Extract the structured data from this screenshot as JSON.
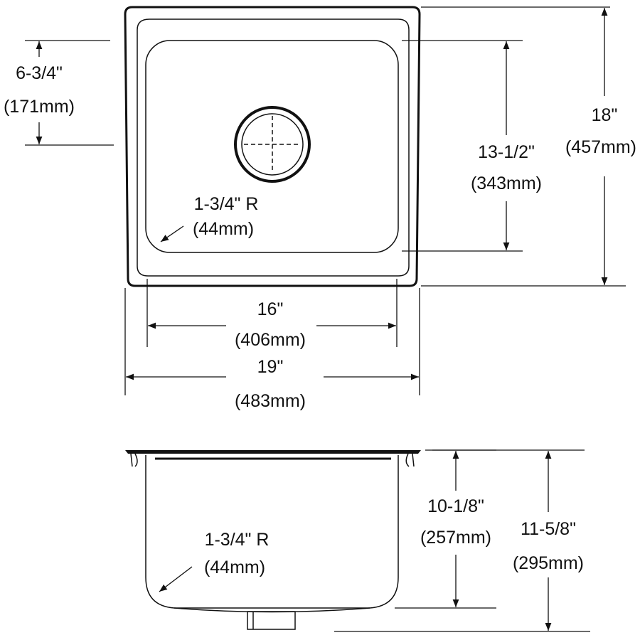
{
  "top_view": {
    "bowl_depth_from_rim": {
      "imperial": "6-3/4\"",
      "metric": "(171mm)"
    },
    "overall_length": {
      "imperial": "18\"",
      "metric": "(457mm)"
    },
    "bowl_length": {
      "imperial": "13-1/2\"",
      "metric": "(343mm)"
    },
    "corner_radius": {
      "imperial": "1-3/4\" R",
      "metric": "(44mm)"
    },
    "bowl_width": {
      "imperial": "16\"",
      "metric": "(406mm)"
    },
    "overall_width": {
      "imperial": "19\"",
      "metric": "(483mm)"
    }
  },
  "side_view": {
    "bowl_depth": {
      "imperial": "10-1/8\"",
      "metric": "(257mm)"
    },
    "overall_depth": {
      "imperial": "11-5/8\"",
      "metric": "(295mm)"
    },
    "corner_radius": {
      "imperial": "1-3/4\" R",
      "metric": "(44mm)"
    }
  },
  "colors": {
    "line": "#111111",
    "background": "#ffffff"
  }
}
